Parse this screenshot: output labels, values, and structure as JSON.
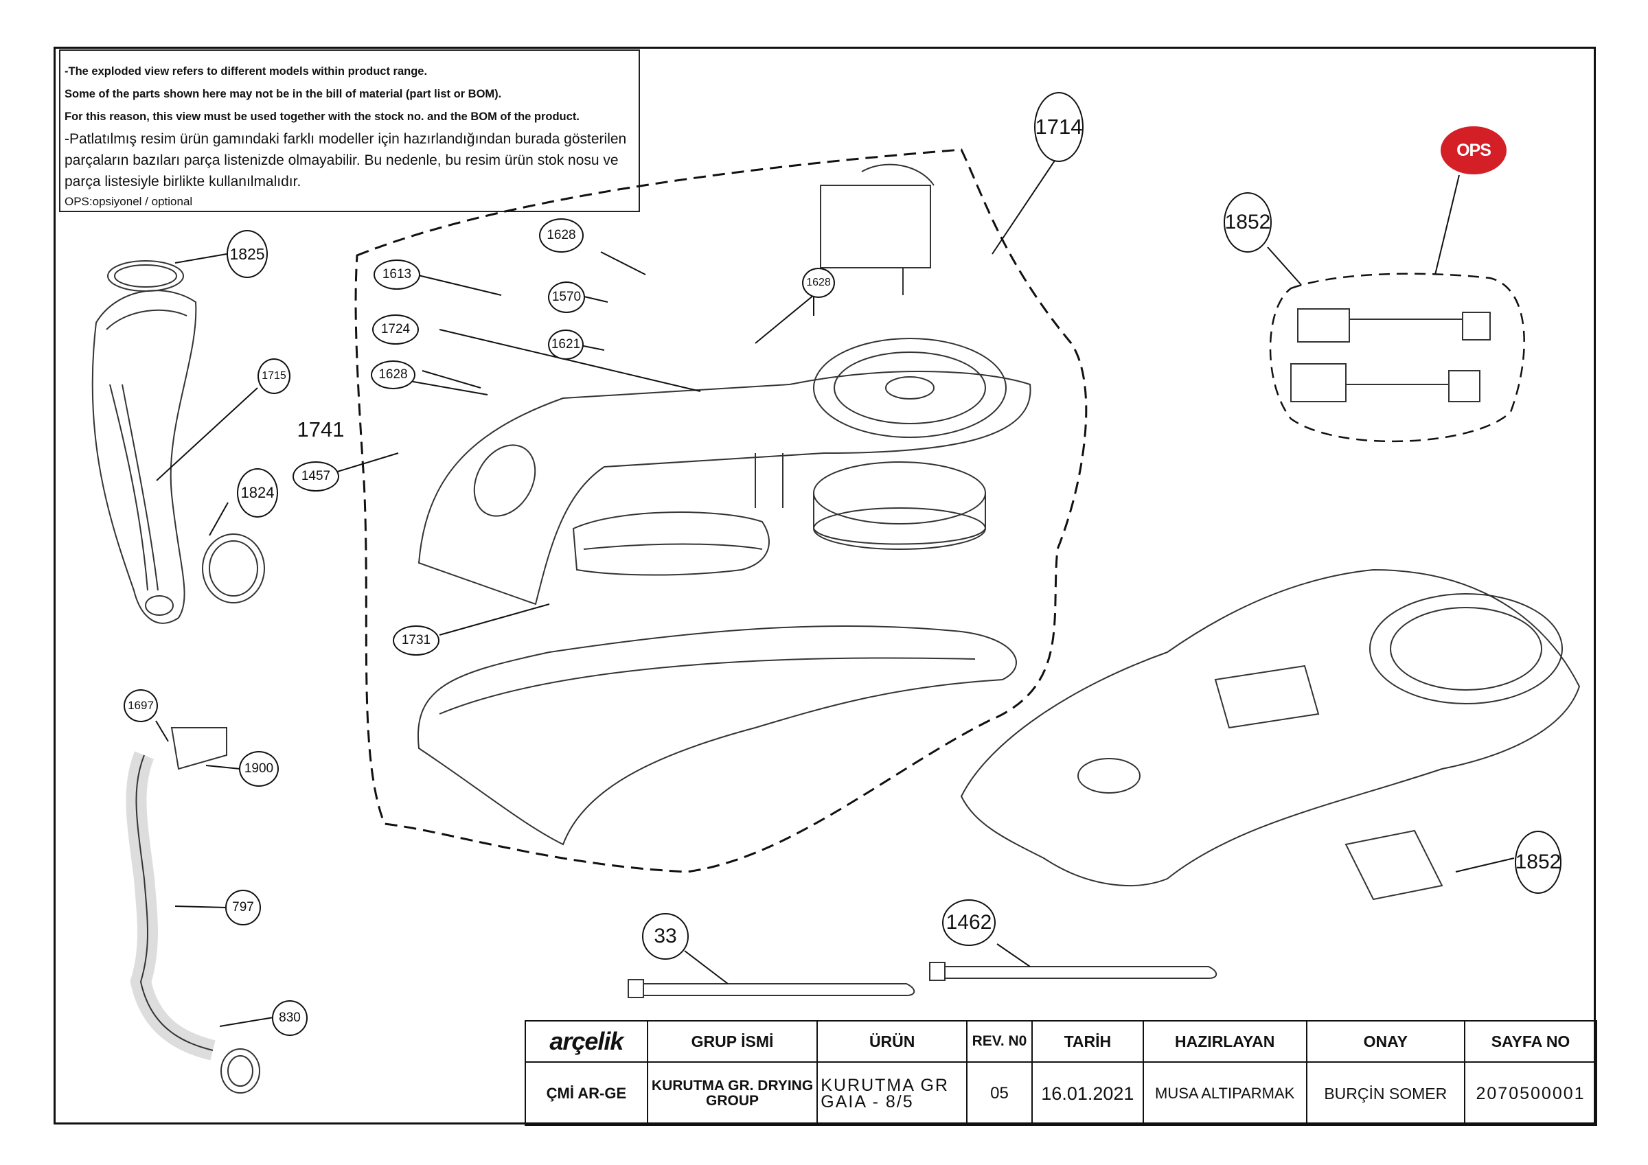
{
  "notes": {
    "en_line1": "-The exploded view refers to different models within product range.",
    "en_line2": "Some of the parts shown here may not be in the bill of material (part list or BOM).",
    "en_line3": "For this reason, this view must be used together with the stock no. and the BOM of the product.",
    "tr_line1": "-Patlatılmış resim ürün gamındaki farklı modeller için hazırlandığından burada gösterilen",
    "tr_line2": "parçaların bazıları parça listenizde olmayabilir. Bu nedenle, bu resim ürün stok nosu ve",
    "tr_line3": "parça listesiyle birlikte kullanılmalıdır.",
    "ops_note": "OPS:opsiyonel / optional"
  },
  "ops_badge": "OPS",
  "ops_color": "#d41f26",
  "callouts": {
    "c1714": "1714",
    "c1852a": "1852",
    "c1852b": "1852",
    "c1825": "1825",
    "c1715": "1715",
    "c1824": "1824",
    "c1741": "1741",
    "c1457": "1457",
    "c1628a": "1628",
    "c1628b": "1628",
    "c1628c": "1628",
    "c1613": "1613",
    "c1570": "1570",
    "c1621": "1621",
    "c1724": "1724",
    "c1731": "1731",
    "c1697": "1697",
    "c1900": "1900",
    "c797": "797",
    "c830": "830",
    "c33": "33",
    "c1462": "1462"
  },
  "title_block": {
    "logo": "arçelik",
    "grup_header": "GRUP İSMİ",
    "urun_header": "ÜRÜN",
    "rev_header": "REV. N0",
    "tarih_header": "TARİH",
    "hazirlayan_header": "HAZIRLAYAN",
    "onay_header": "ONAY",
    "sayfa_header": "SAYFA NO",
    "dept": "ÇMİ AR-GE",
    "grup_value": "KURUTMA GR. DRYING GROUP",
    "urun_value": "KURUTMA GR GAIA - 8/5",
    "rev_value": "05",
    "tarih_value": "16.01.2021",
    "hazirlayan_value": "MUSA  ALTIPARMAK",
    "onay_value": "BURÇİN SOMER",
    "sayfa_value": "2070500001"
  }
}
